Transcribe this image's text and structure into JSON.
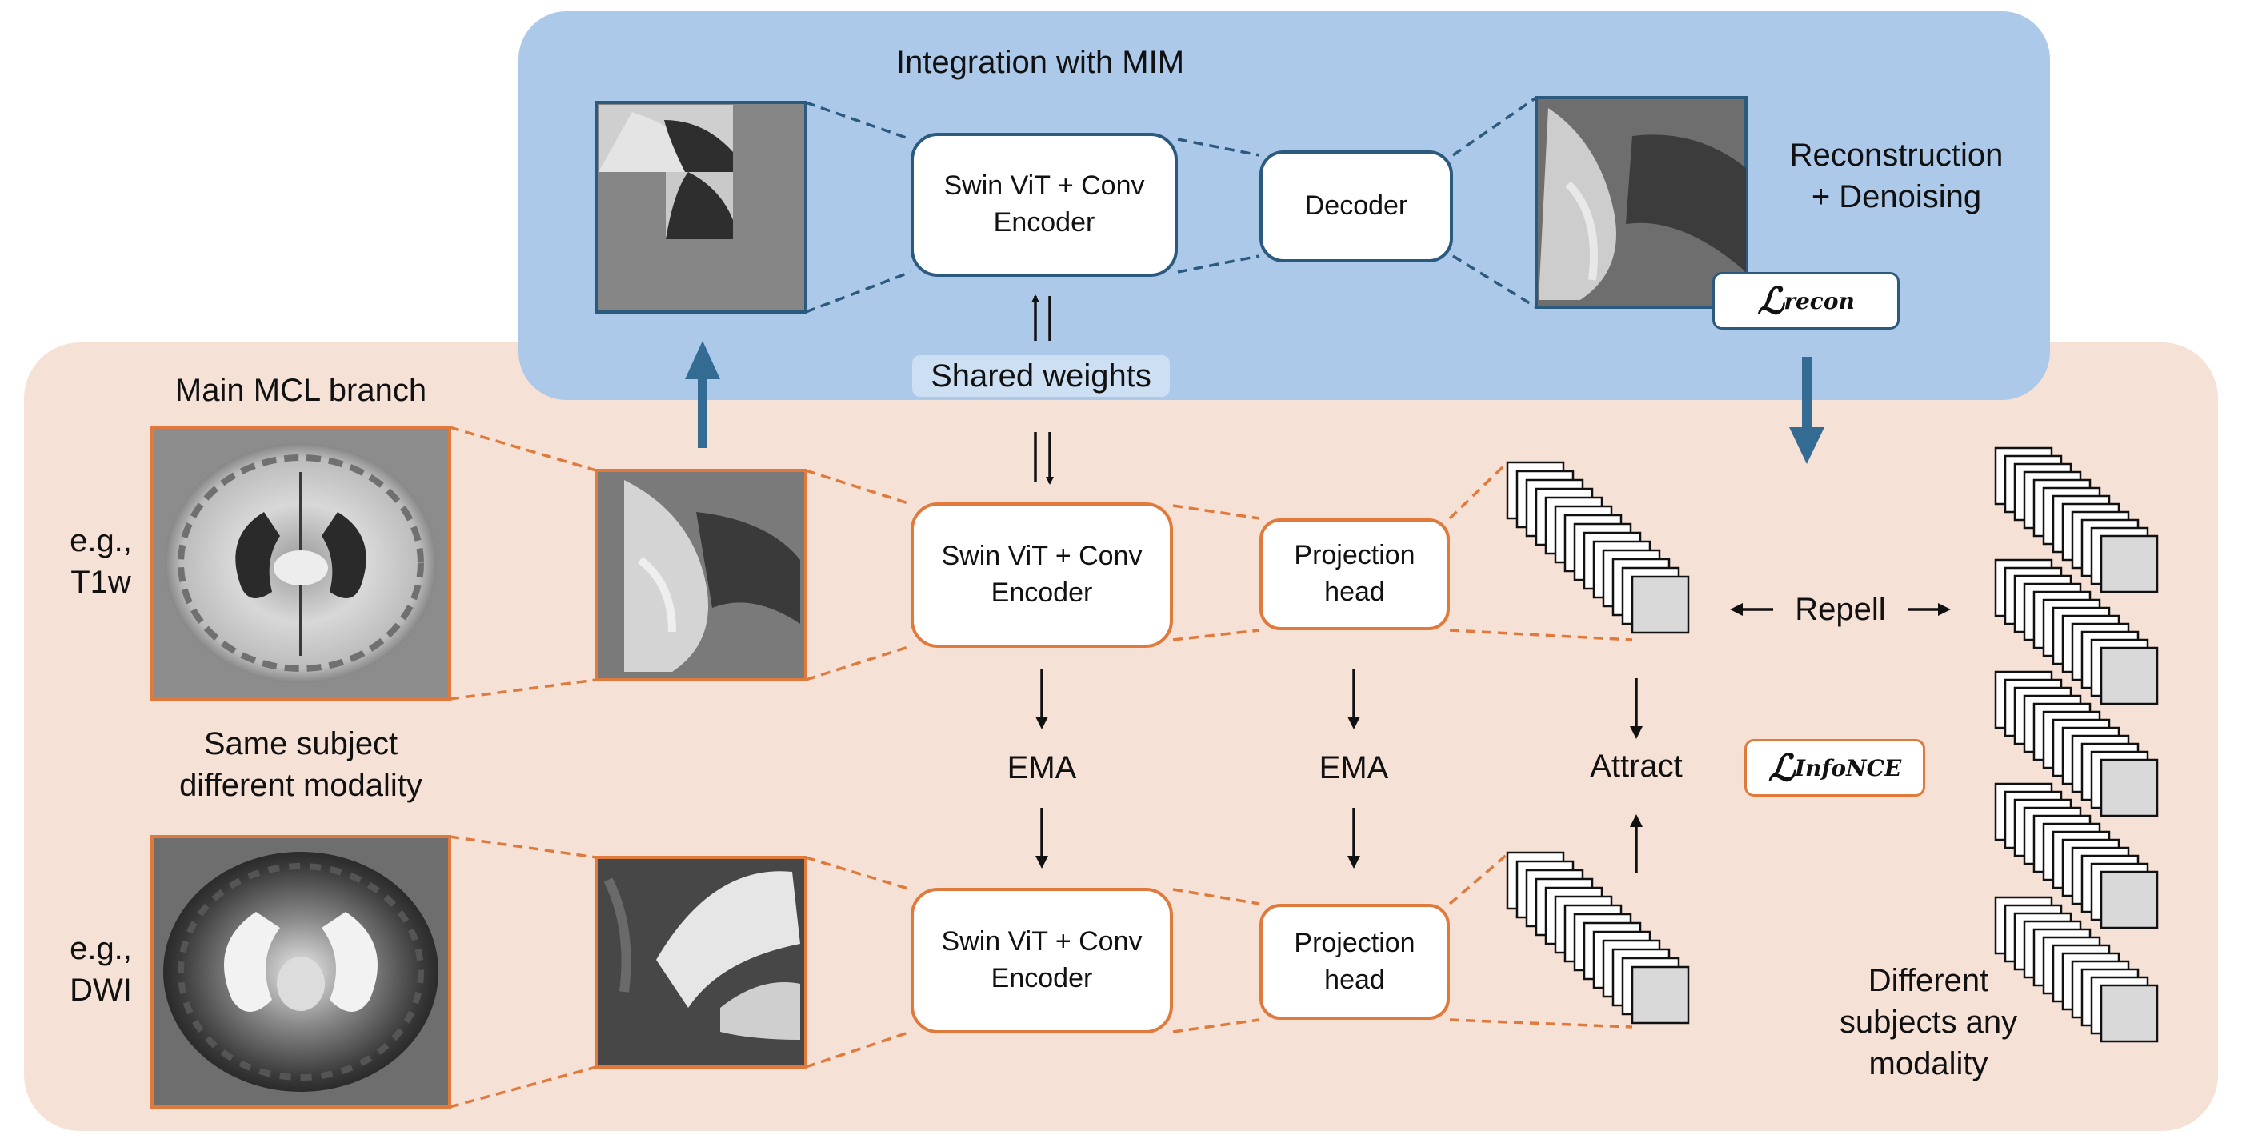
{
  "mim": {
    "title": "Integration with MIM",
    "encoder_label": "Swin ViT + Conv\nEncoder",
    "decoder_label": "Decoder",
    "output_label": "Reconstruction\n+ Denoising",
    "loss_symbol": "ℒ",
    "loss_subscript": "recon",
    "shared_weights": "Shared weights",
    "masked_patch_icon": "masked-mri-patch",
    "reconstructed_patch_icon": "reconstructed-mri-patch"
  },
  "mcl": {
    "title": "Main MCL branch",
    "top_modality": "e.g.,\nT1w",
    "bottom_modality": "e.g.,\nDWI",
    "same_subject": "Same subject\ndifferent modality",
    "encoder_top": "Swin ViT + Conv\nEncoder",
    "encoder_bottom": "Swin ViT + Conv\nEncoder",
    "proj_top": "Projection\nhead",
    "proj_bottom": "Projection\nhead",
    "ema_left": "EMA",
    "ema_right": "EMA",
    "attract": "Attract",
    "repell": "Repell",
    "loss_symbol": "ℒ",
    "loss_subscript": "InfoNCE",
    "different_subjects": "Different\nsubjects any\nmodality"
  },
  "colors": {
    "mim_bg": "#adc9ea",
    "mcl_bg": "#f6e1d6",
    "blue_accent": "#2c5a7e",
    "orange_accent": "#e07a3c",
    "arrow_blue": "#336b93",
    "stack_fill": "#d9d9d9"
  }
}
